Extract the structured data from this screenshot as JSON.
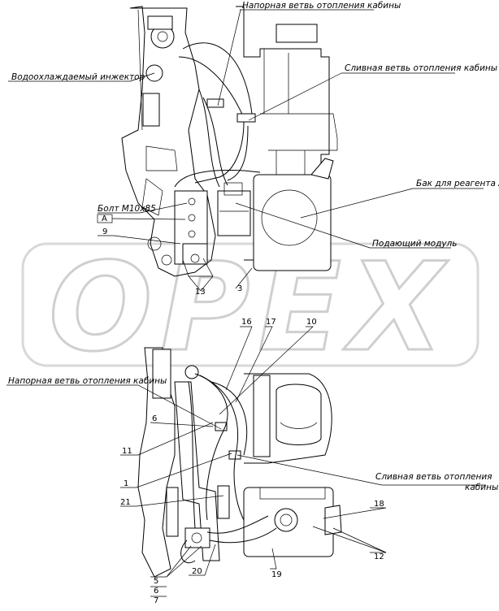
{
  "watermark": "OPEX",
  "upper_view": {
    "labels": {
      "supply_branch": "Напорная ветвь отопления кабины",
      "return_branch": "Сливная ветвь отопления кабины",
      "injector": "Водоохлаждаемый инжектор",
      "tank": "Бак для реагента AdBlue",
      "bolt": "Болт М10х85",
      "section_ref": "A",
      "supply_module": "Подающий модуль"
    },
    "callouts": [
      "9",
      "13",
      "3"
    ]
  },
  "lower_view": {
    "labels": {
      "supply_branch": "Напорная ветвь отопления кабины",
      "return_branch_line1": "Сливная ветвь отопления",
      "return_branch_line2": "кабины"
    },
    "callouts": [
      "16",
      "17",
      "10",
      "11",
      "6",
      "1",
      "21",
      "18",
      "12",
      "20",
      "19",
      "5",
      "6",
      "7"
    ]
  }
}
